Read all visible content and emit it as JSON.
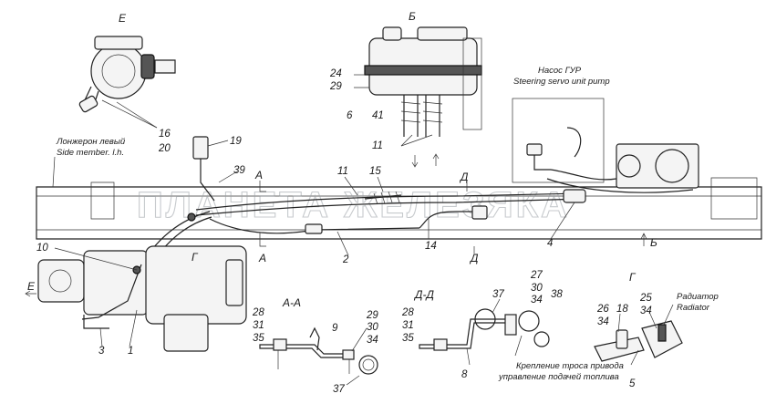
{
  "sections": {
    "e": "Е",
    "b": "Б",
    "aa": "А-А",
    "dd": "Д-Д",
    "g": "Г"
  },
  "markers": {
    "a_top": "А",
    "a_bottom": "А",
    "d_top": "Д",
    "d_bottom": "Д",
    "b_view": "Б",
    "g_view": "Г"
  },
  "callouts": {
    "c1": "1",
    "c2": "2",
    "c3": "3",
    "c4": "4",
    "c5": "5",
    "c6": "6",
    "c8": "8",
    "c9": "9",
    "c10": "10",
    "c11_top": "11",
    "c11_main": "11",
    "c14": "14",
    "c15": "15",
    "c16": "16",
    "c18": "18",
    "c19": "19",
    "c20": "20",
    "c24": "24",
    "c25": "25",
    "c26": "26",
    "c27": "27",
    "c28_aa": "28",
    "c28_dd": "28",
    "c29_b": "29",
    "c29_aa": "29",
    "c30_aa": "30",
    "c30_dd": "30",
    "c31_aa": "31",
    "c31_dd": "31",
    "c34_aa": "34",
    "c34_dd": "34",
    "c34_g1": "34",
    "c34_g2": "34",
    "c35_aa": "35",
    "c35_dd": "35",
    "c37_aa": "37",
    "c37_dd": "37",
    "c38": "38",
    "c39": "39",
    "c41": "41"
  },
  "captions": {
    "side_member_ru": "Лонжерон левый",
    "side_member_en": "Side member. l.h.",
    "pump_ru": "Насос ГУР",
    "pump_en": "Steering servo unit pump",
    "radiator_ru": "Радиатор",
    "radiator_en": "Radiator",
    "cable_ru_1": "Крепление троса привода",
    "cable_ru_2": "управление подачей топлива"
  },
  "watermark": "ПЛАНЕТА ЖЕЛЕЗЯКА",
  "colors": {
    "line": "#222222",
    "watermark": "#9aa0a6",
    "background": "#ffffff"
  }
}
